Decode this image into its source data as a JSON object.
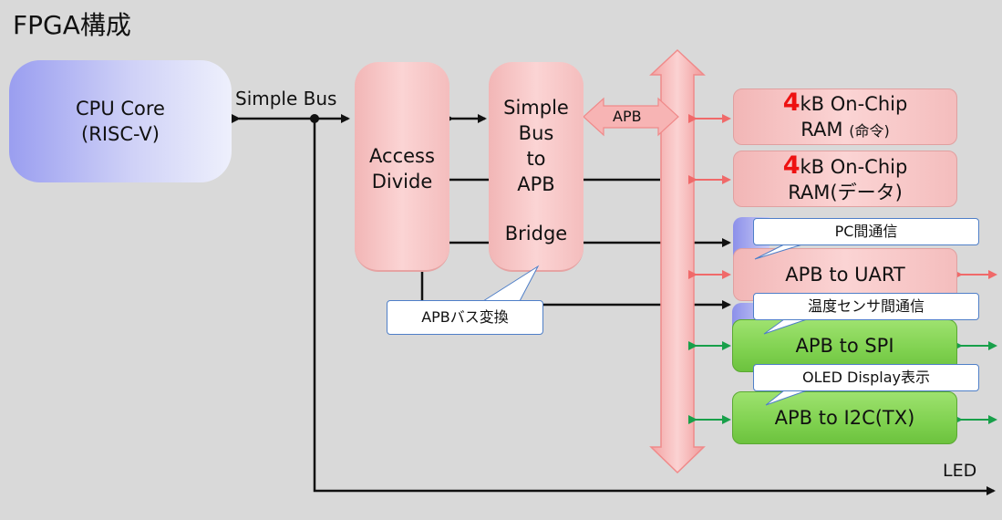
{
  "title": "FPGA構成",
  "cpu": {
    "line1": "CPU Core",
    "line2": "(RISC-V)"
  },
  "simple_bus_label": "Simple Bus",
  "access": {
    "line1": "Access",
    "line2": "Divide"
  },
  "bridge": {
    "line1": "Simple",
    "line2": "Bus",
    "line3": "to",
    "line4": "APB",
    "line5": "Bridge"
  },
  "apb_label": "APB",
  "ram1": {
    "size": "4",
    "line1": "kB On-Chip",
    "line2a": "RAM ",
    "line2b": "(命令)"
  },
  "ram2": {
    "size": "4",
    "line1": "kB On-Chip",
    "line2": "RAM(データ)"
  },
  "uart": {
    "label": "APB to UART",
    "callout": "PC間通信"
  },
  "spi": {
    "label": "APB to SPI",
    "callout": "温度センサ間通信"
  },
  "i2c": {
    "label": "APB to I2C(TX)",
    "callout": "OLED Display表示"
  },
  "apb_callout": "APBバス変換",
  "led_label": "LED",
  "colors": {
    "background": "#d9d9d9",
    "pink_box": "#fbd4d4",
    "green_box": "#7fd14f",
    "bus_pink_arrow": "#f07070",
    "bus_green_arrow": "#1aa04a",
    "callout_border": "#4f7fc8"
  }
}
